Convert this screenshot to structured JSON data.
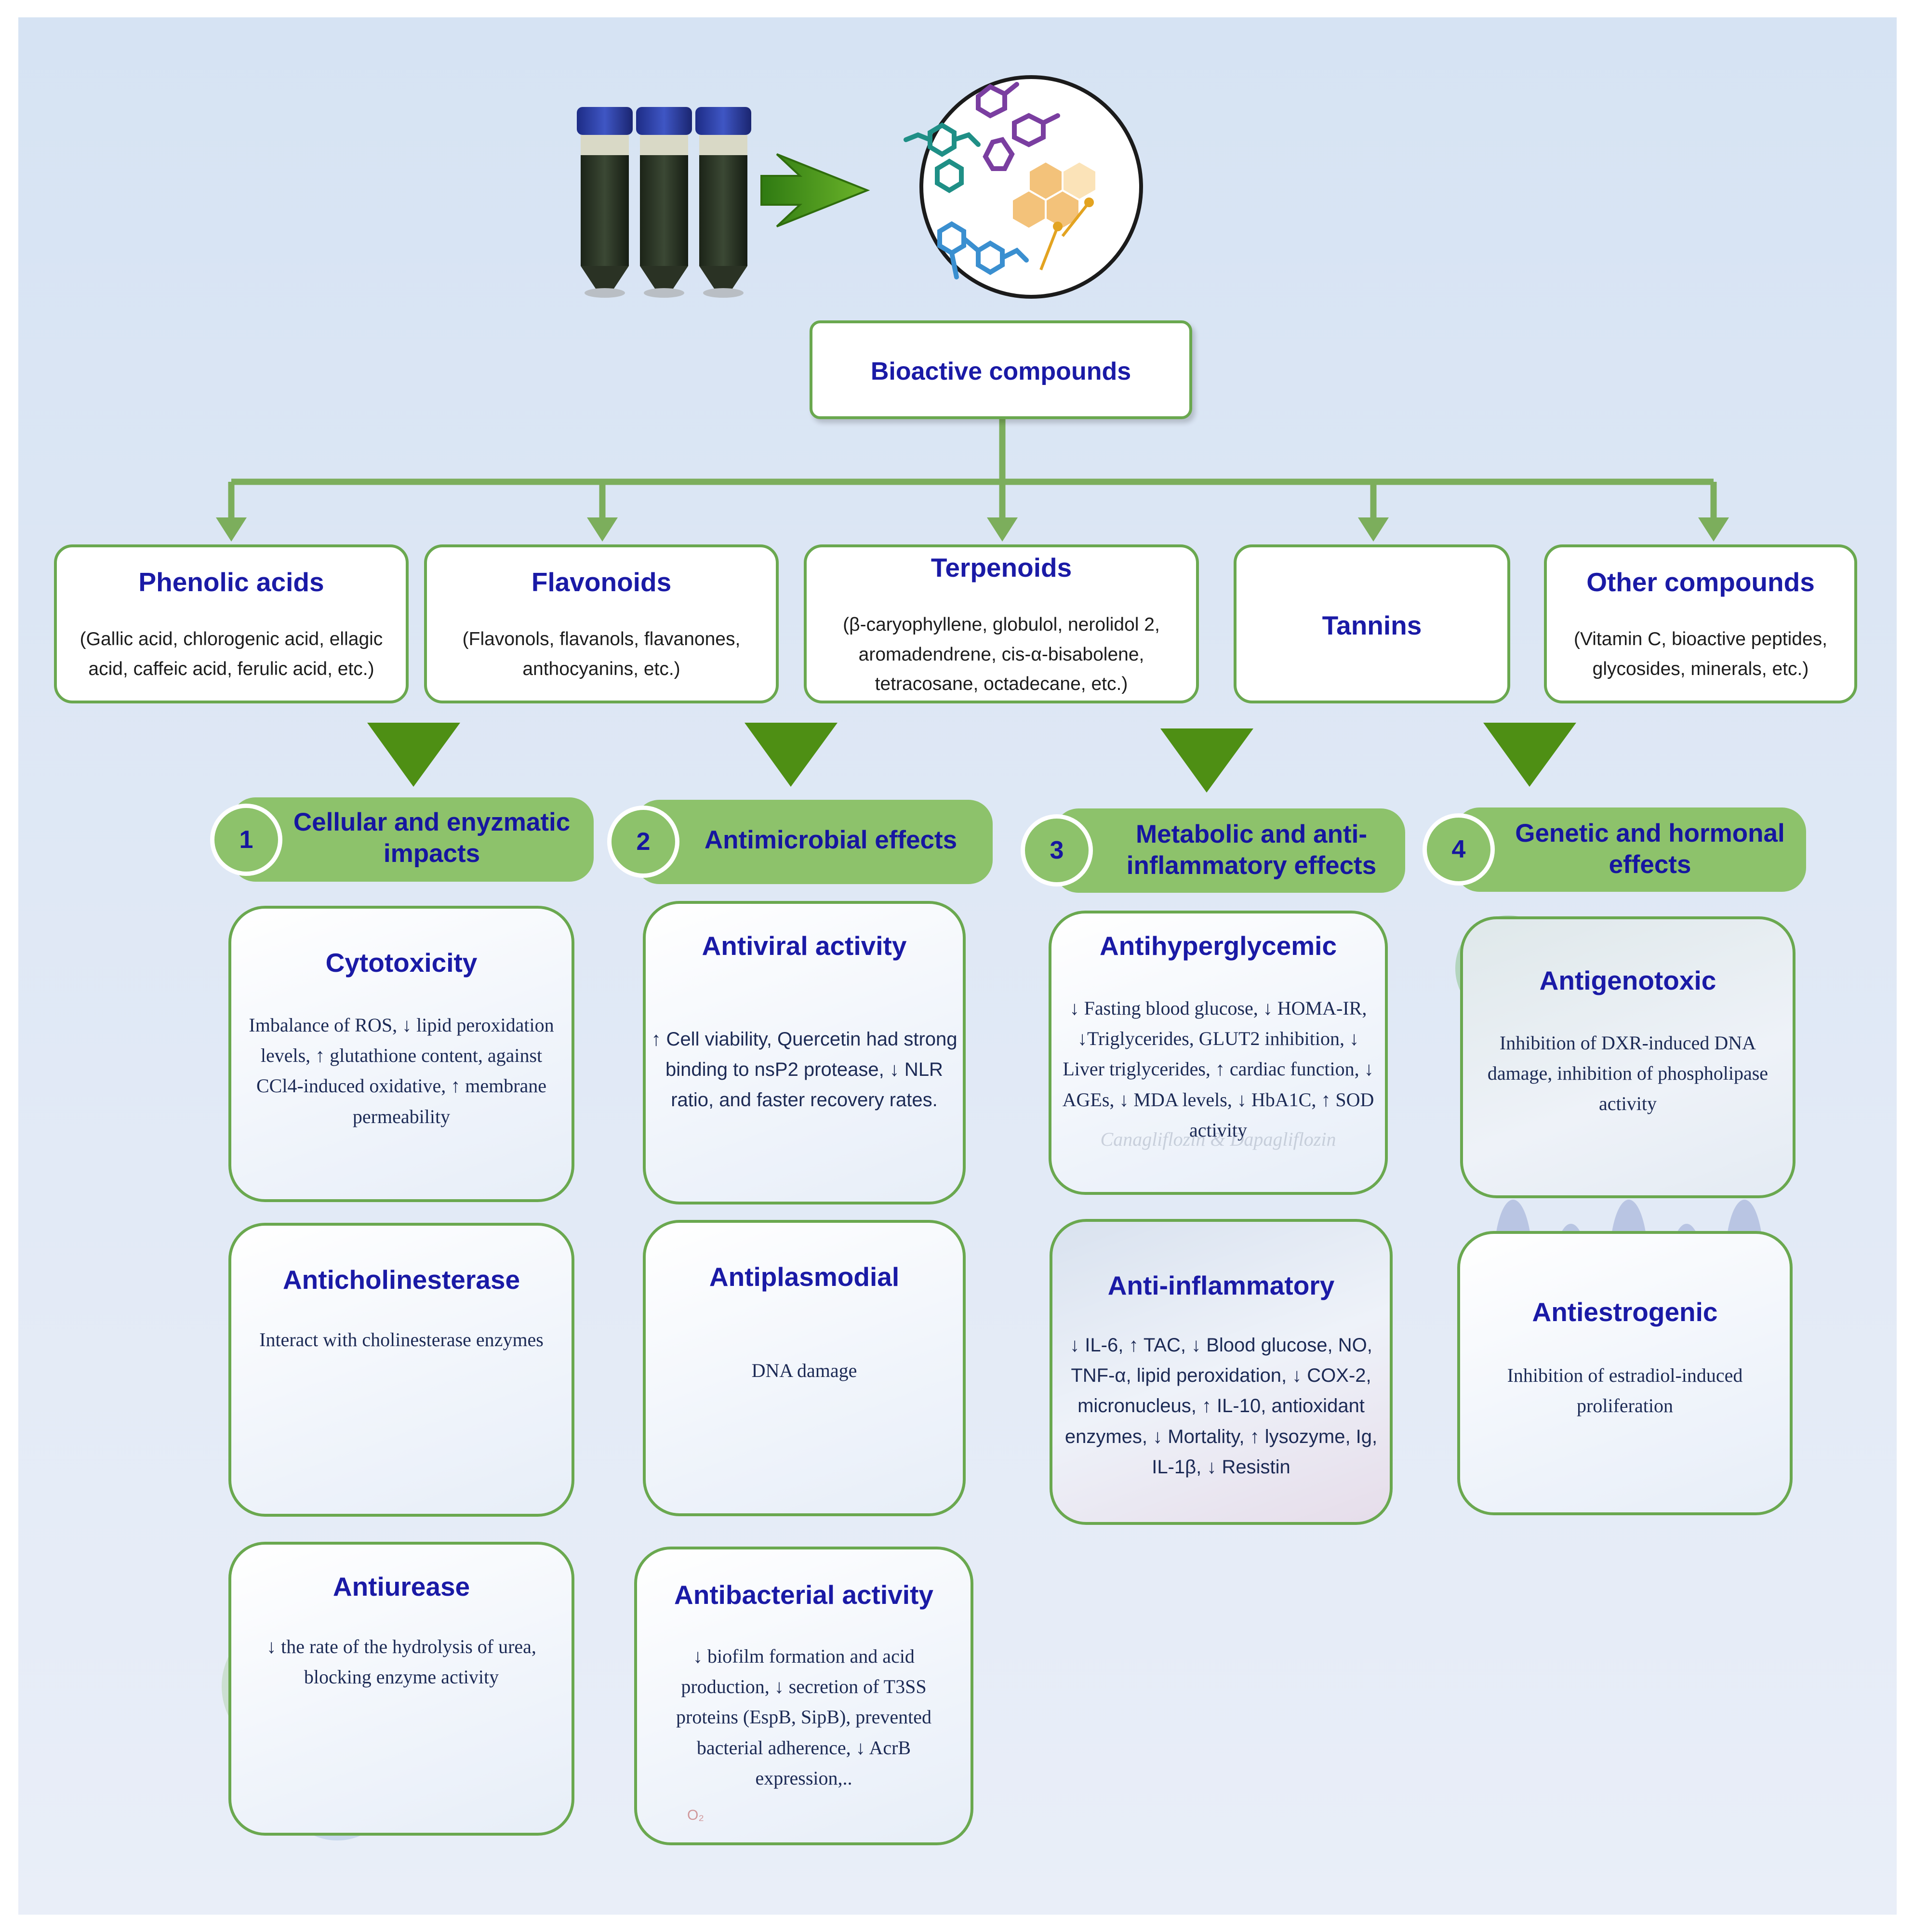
{
  "root": {
    "label": "Bioactive compounds"
  },
  "categories": [
    {
      "title": "Phenolic acids",
      "text": "(Gallic acid, chlorogenic acid, ellagic acid, caffeic acid, ferulic acid, etc.)"
    },
    {
      "title": "Flavonoids",
      "text": "(Flavonols, flavanols, flavanones, anthocyanins, etc.)"
    },
    {
      "title": "Terpenoids",
      "text": "(β-caryophyllene, globulol, nerolidol 2, aromadendrene, cis-α-bisabolene, tetracosane, octadecane, etc.)"
    },
    {
      "title": "Tannins",
      "text": ""
    },
    {
      "title": "Other compounds",
      "text": "(Vitamin C, bioactive peptides, glycosides, minerals, etc.)"
    }
  ],
  "groups": [
    {
      "number": "1",
      "label": "Cellular and enyzmatic impacts"
    },
    {
      "number": "2",
      "label": "Antimicrobial effects"
    },
    {
      "number": "3",
      "label": "Metabolic and anti-inflammatory effects"
    },
    {
      "number": "4",
      "label": "Genetic and hormonal effects"
    }
  ],
  "effects": {
    "cytotoxicity": {
      "title": "Cytotoxicity",
      "text": "Imbalance of ROS, ↓ lipid peroxidation levels, ↑ glutathione content, against CCl4-induced oxidative, ↑ membrane permeability"
    },
    "anticholinesterase": {
      "title": "Anticholinesterase",
      "text": "Interact with cholinesterase enzymes"
    },
    "antiurease": {
      "title": "Antiurease",
      "text": "↓ the rate of the hydrolysis of urea, blocking enzyme activity"
    },
    "antiviral": {
      "title": "Antiviral activity",
      "text": "↑ Cell viability, Quercetin had strong binding to nsP2 protease, ↓ NLR ratio, and faster recovery rates."
    },
    "antiplasmodial": {
      "title": "Antiplasmodial",
      "text": "DNA damage"
    },
    "antibacterial": {
      "title": "Antibacterial activity",
      "text": "↓ biofilm formation and acid production, ↓ secretion of T3SS proteins (EspB, SipB), prevented bacterial adherence, ↓ AcrB expression,.."
    },
    "antihyperglycemic": {
      "title": "Antihyperglycemic",
      "text": "↓ Fasting blood glucose, ↓ HOMA-IR, ↓Triglycerides, GLUT2 inhibition, ↓ Liver triglycerides, ↑ cardiac function, ↓ AGEs, ↓ MDA levels, ↓ HbA1C, ↑ SOD activity"
    },
    "antiinflammatory": {
      "title": "Anti-inflammatory",
      "text": "↓ IL-6, ↑ TAC, ↓ Blood glucose, NO, TNF-α, lipid peroxidation, ↓ COX-2, micronucleus, ↑ IL-10, antioxidant enzymes, ↓ Mortality, ↑ lysozyme, Ig, IL-1β, ↓ Resistin"
    },
    "antigenotoxic": {
      "title": "Antigenotoxic",
      "text": "Inhibition of DXR-induced DNA damage, inhibition of phospholipase activity"
    },
    "antiestrogenic": {
      "title": "Antiestrogenic",
      "text": "Inhibition of estradiol-induced proliferation"
    }
  },
  "illustration_texts": {
    "background_watermark": "Canagliflozin & Dapagliflozin",
    "bacteria_badge": "O₂"
  },
  "colors": {
    "green": "#6aa84f",
    "band": "#8dc26b",
    "triangle": "#4e8f14",
    "title_blue": "#1a1aa6"
  },
  "icons": [
    "sample-tubes-icon",
    "right-arrow-icon",
    "molecules-circle-icon"
  ]
}
